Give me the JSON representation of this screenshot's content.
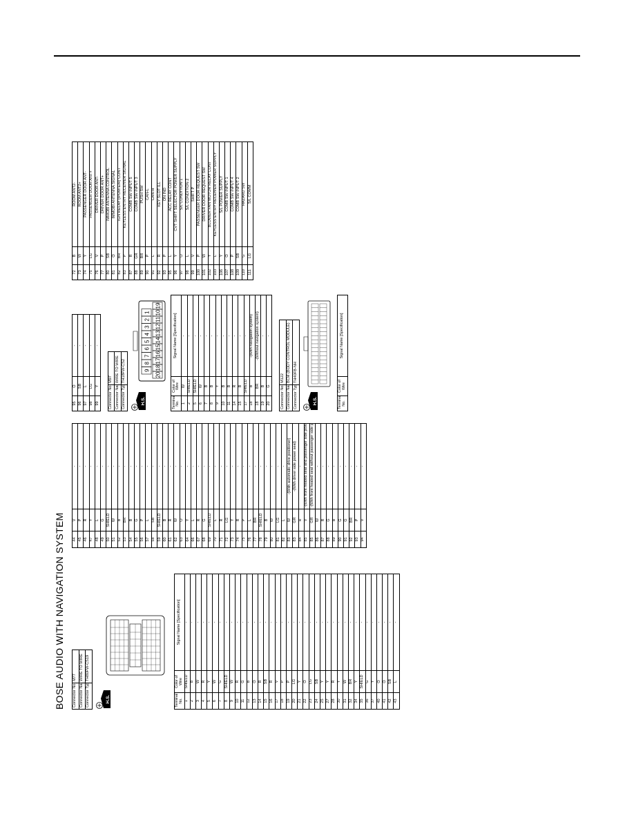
{
  "title": "BOSE AUDIO WITH NAVIGATION SYSTEM",
  "hs_label": "H.S.",
  "field_labels": {
    "connector_no": "Connector No.",
    "connector_name": "Connector Name",
    "connector_type": "Connector Type",
    "terminal": "Terminal No.",
    "color": "Color of Wire",
    "signal": "Signal Name [Specification]"
  },
  "m77": {
    "no": "M77",
    "name": "WIRE TO WIRE",
    "type": "TH80FW-CS19",
    "rows_a": [
      [
        "1",
        "SHIELD",
        "-"
      ],
      [
        "2",
        "B",
        "-"
      ],
      [
        "3",
        "W",
        "-"
      ],
      [
        "4",
        "R",
        "-"
      ],
      [
        "5",
        "Y",
        "-"
      ],
      [
        "6",
        "W",
        "-"
      ],
      [
        "7",
        "G",
        "-"
      ],
      [
        "8",
        "SHIELD",
        "-"
      ],
      [
        "9",
        "W",
        "-"
      ],
      [
        "10",
        "R",
        "-"
      ],
      [
        "11",
        "G",
        "-"
      ],
      [
        "12",
        "B",
        "-"
      ],
      [
        "13",
        "O",
        "-"
      ],
      [
        "14",
        "R",
        "-"
      ],
      [
        "15",
        "SB",
        "-"
      ],
      [
        "16",
        "R",
        "-"
      ],
      [
        "17",
        "V",
        "-"
      ],
      [
        "18",
        "P",
        "-"
      ],
      [
        "19",
        "P",
        "-"
      ],
      [
        "20",
        "LG",
        "-"
      ],
      [
        "21",
        "Y",
        "-"
      ],
      [
        "22",
        "O",
        "-"
      ],
      [
        "23",
        "LG",
        "-"
      ],
      [
        "24",
        "SB",
        "-"
      ],
      [
        "25",
        "Y",
        "-"
      ],
      [
        "27",
        "Y",
        "-"
      ],
      [
        "28",
        "R",
        "-"
      ],
      [
        "30",
        "Y",
        "-"
      ],
      [
        "31",
        "W",
        "-"
      ],
      [
        "32",
        "BR",
        "-"
      ],
      [
        "34",
        "Y",
        "-"
      ],
      [
        "35",
        "SHIELD",
        "-"
      ],
      [
        "36",
        "G",
        "-"
      ],
      [
        "37",
        "Y",
        "-"
      ],
      [
        "40",
        "O",
        "-"
      ],
      [
        "41",
        "O",
        "-"
      ],
      [
        "42",
        "SB",
        "-"
      ],
      [
        "43",
        "L",
        "-"
      ]
    ],
    "rows_b": [
      [
        "44",
        "V",
        "-"
      ],
      [
        "45",
        "P",
        "-"
      ],
      [
        "46",
        "R",
        "-"
      ],
      [
        "47",
        "Y",
        "-"
      ],
      [
        "48",
        "L",
        "-"
      ],
      [
        "49",
        "G",
        "-"
      ],
      [
        "50",
        "SHIELD",
        "-"
      ],
      [
        "51",
        "W",
        "-"
      ],
      [
        "52",
        "B",
        "-"
      ],
      [
        "53",
        "BR",
        "-"
      ],
      [
        "54",
        "B",
        "-"
      ],
      [
        "55",
        "G",
        "-"
      ],
      [
        "56",
        "P",
        "-"
      ],
      [
        "57",
        "L",
        "-"
      ],
      [
        "58",
        "SB",
        "-"
      ],
      [
        "59",
        "SHIELD",
        "-"
      ],
      [
        "60",
        "B",
        "-"
      ],
      [
        "61",
        "R",
        "-"
      ],
      [
        "62",
        "W",
        "-"
      ],
      [
        "63",
        "O",
        "-"
      ],
      [
        "64",
        "Y",
        "-"
      ],
      [
        "66",
        "L",
        "-"
      ],
      [
        "67",
        "R",
        "-"
      ],
      [
        "68",
        "G",
        "-"
      ],
      [
        "69",
        "SHIELD",
        "-"
      ],
      [
        "70",
        "L",
        "-"
      ],
      [
        "71",
        "R",
        "-"
      ],
      [
        "72",
        "LG",
        "-"
      ],
      [
        "73",
        "Y",
        "-"
      ],
      [
        "74",
        "R",
        "-"
      ],
      [
        "75",
        "P",
        "-"
      ],
      [
        "76",
        "L",
        "-"
      ],
      [
        "77",
        "BR",
        "-"
      ],
      [
        "78",
        "SHIELD",
        "-"
      ],
      [
        "79",
        "B",
        "-"
      ],
      [
        "80",
        "W",
        "-"
      ],
      [
        "81",
        "LG",
        "-"
      ],
      [
        "82",
        "L",
        "-"
      ],
      [
        "83",
        "W",
        "-(With automatic drive positioner)"
      ],
      [
        "83",
        "GR",
        "-(With driver side power seat)"
      ],
      [
        "84",
        "R",
        "-"
      ],
      [
        "85",
        "V",
        "-(With front heated seat and passenger side power seat)"
      ],
      [
        "85",
        "GR",
        "-(With front heated seat without passenger side power seat)"
      ],
      [
        "86",
        "W",
        "-"
      ],
      [
        "87",
        "R",
        "-"
      ],
      [
        "88",
        "G",
        "-"
      ],
      [
        "89",
        "B",
        "-"
      ],
      [
        "90",
        "G",
        "-"
      ],
      [
        "91",
        "G",
        "-"
      ],
      [
        "92",
        "BR",
        "-"
      ],
      [
        "93",
        "P",
        "-"
      ],
      [
        "94",
        "V",
        "-"
      ]
    ],
    "rows_c": [
      [
        "95",
        "O",
        "-"
      ],
      [
        "96",
        "SB",
        "-"
      ],
      [
        "97",
        "L",
        "-"
      ],
      [
        "98",
        "LG",
        "-"
      ],
      [
        "99",
        "Y",
        "-"
      ]
    ]
  },
  "m97": {
    "no": "M97",
    "name": "WIRE TO WIRE",
    "type": "TH18FW-CS2",
    "pins_top": [
      "9",
      "8",
      "7",
      "6",
      "5",
      "4",
      "3",
      "2",
      "1"
    ],
    "pins_bottom": [
      "20",
      "18",
      "17",
      "16",
      "15",
      "14",
      "13",
      "12",
      "11",
      "10",
      "19"
    ],
    "rows": [
      [
        "1",
        "W",
        "-"
      ],
      [
        "2",
        "SHIELD",
        "-"
      ],
      [
        "5",
        "SHIELD",
        "-"
      ],
      [
        "6",
        "W",
        "-"
      ],
      [
        "7",
        "B",
        "-"
      ],
      [
        "8",
        "B",
        "-"
      ],
      [
        "9",
        "Y",
        "-"
      ],
      [
        "10",
        "B",
        "-"
      ],
      [
        "11",
        "B",
        "-"
      ],
      [
        "14",
        "R",
        "-"
      ],
      [
        "15",
        "B",
        "-"
      ],
      [
        "17",
        "SHIELD",
        "-"
      ],
      [
        "18",
        "B",
        "-(With navigation system)"
      ],
      [
        "18",
        "BR",
        "-(Without navigation system)"
      ],
      [
        "19",
        "B",
        "-"
      ],
      [
        "20",
        "G",
        "-"
      ]
    ]
  },
  "m122": {
    "no": "M122",
    "name": "BCM (BODY CONTROL MODULE)",
    "type": "TH40FB-NH",
    "rows": [
      [
        "72",
        "B",
        "ROOM ANT2-"
      ],
      [
        "73",
        "W",
        "ROOM ANT2+"
      ],
      [
        "74",
        "Y",
        "PASSENGER DOOR ANT-"
      ],
      [
        "75",
        "LG",
        "PASSENGER DOOR ANT+"
      ],
      [
        "76",
        "V",
        "DRIVER DOOR ANT-"
      ],
      [
        "77",
        "P",
        "DRIVER DOOR ANT+"
      ],
      [
        "80",
        "SB",
        "IMMOBI ANTENNA CONTROL"
      ],
      [
        "81",
        "O",
        "IMMOBI ANTENNA SIGNAL"
      ],
      [
        "82",
        "BR",
        "IGN RELAY (IPDM E/R) CONT"
      ],
      [
        "83",
        "P",
        "KEYLESS ENTRY RECEIVER SIGNAL"
      ],
      [
        "87",
        "R",
        "COMB SW INPUT 5"
      ],
      [
        "88",
        "GR",
        "COMB SW INPUT 3"
      ],
      [
        "89",
        "BR",
        "PUSH SW"
      ],
      [
        "90",
        "P",
        "CAN-L"
      ],
      [
        "91",
        "L",
        "CAN-H"
      ],
      [
        "92",
        "R",
        "KEY SLOT ILL"
      ],
      [
        "93",
        "P",
        "ON IND"
      ],
      [
        "95",
        "L",
        "ACC RELAY CONT"
      ],
      [
        "96",
        "Y",
        "CVT SHIFT SELECTOR POWER SUPPLY"
      ],
      [
        "97",
        "O",
        "S/L CONDITION 1"
      ],
      [
        "98",
        "L",
        "S/L CONDITION 2"
      ],
      [
        "99",
        "V",
        "SHIFT P"
      ],
      [
        "100",
        "P",
        "PASSENGER DOOR REQUEST SW"
      ],
      [
        "101",
        "W",
        "DRIVER DOOR REQUEST SW"
      ],
      [
        "102",
        "Y",
        "BLOWER FAN MOTOR RELAY CONT"
      ],
      [
        "103",
        "L",
        "KEYLESS ENTRY RECEIVER POWER SUPPLY"
      ],
      [
        "106",
        "Y",
        "S/L POWER SUPPLY"
      ],
      [
        "107",
        "O",
        "COMB SW INPUT 1"
      ],
      [
        "108",
        "P",
        "COMB SW INPUT 4"
      ],
      [
        "109",
        "SB",
        "COMB SW INPUT 2"
      ],
      [
        "110",
        "G",
        "HAZARD SW"
      ],
      [
        "111",
        "LG",
        "S/L COMM"
      ]
    ]
  }
}
